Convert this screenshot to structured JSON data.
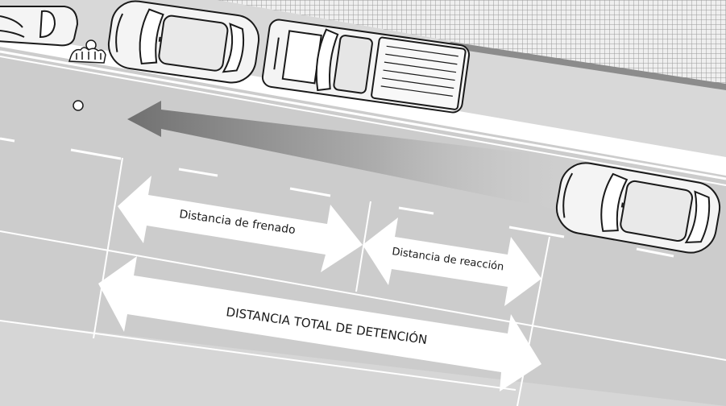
{
  "labels": {
    "braking": "Distancia de frenado",
    "reaction": "Distancia de reacción",
    "total": "DISTANCIA TOTAL DE DETENCIÓN"
  },
  "colors": {
    "road": "#cccccc",
    "lower_road": "#c8c8c8",
    "sidewalk": "#d8d8d8",
    "pavement_pattern": "#9a9a9a",
    "lane_markings": "#ffffff",
    "car_body": "#f4f4f4",
    "outline": "#1a1a1a",
    "motion_arrow": "#7a7a7a"
  },
  "icons": {
    "pedestrian": "pedestrian-hands-icon",
    "motion": "direction-arrow-icon",
    "hazard": "obstacle-dot-icon"
  }
}
